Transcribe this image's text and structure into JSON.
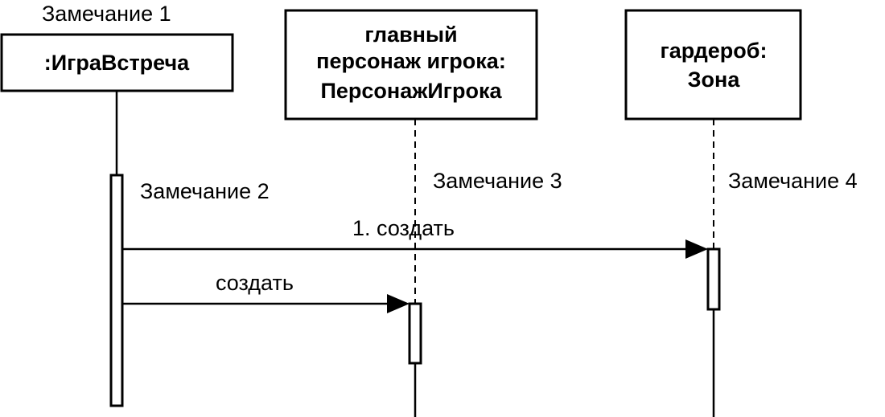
{
  "notes": {
    "note1": "Замечание 1",
    "note2": "Замечание 2",
    "note3": "Замечание 3",
    "note4": "Замечание 4"
  },
  "lifelines": [
    {
      "lines": [
        ":ИграВстреча"
      ]
    },
    {
      "lines": [
        "главный",
        "персонаж игрока:",
        "ПерсонажИгрока"
      ]
    },
    {
      "lines": [
        "гардероб:",
        "Зона"
      ]
    }
  ],
  "messages": {
    "msg1": "1. создать",
    "msg2": "создать"
  }
}
